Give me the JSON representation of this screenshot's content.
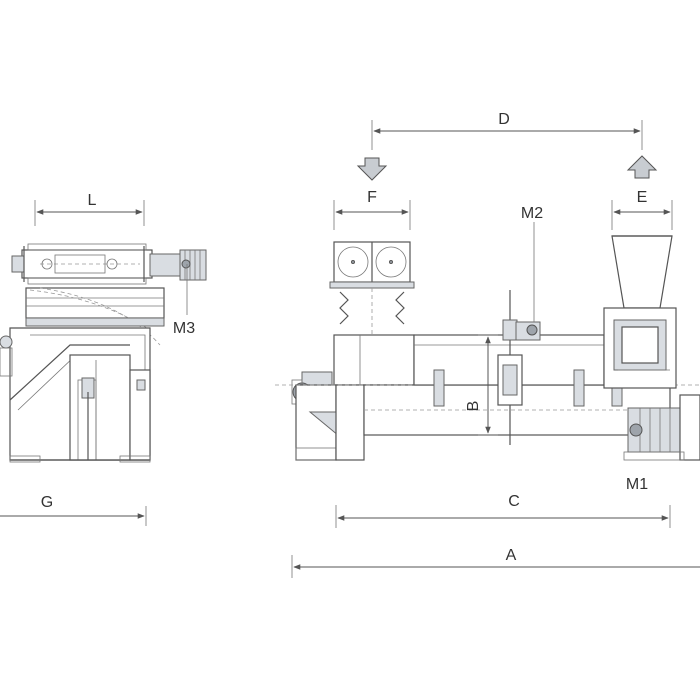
{
  "labels": {
    "A": "A",
    "B": "B",
    "C": "C",
    "D": "D",
    "E": "E",
    "F": "F",
    "G": "G",
    "L": "L",
    "M1": "M1",
    "M2": "M2",
    "M3": "M3"
  },
  "colors": {
    "line": "#555555",
    "shade": "#d9dde2",
    "arrow": "#c8ccd1",
    "text": "#333333"
  }
}
